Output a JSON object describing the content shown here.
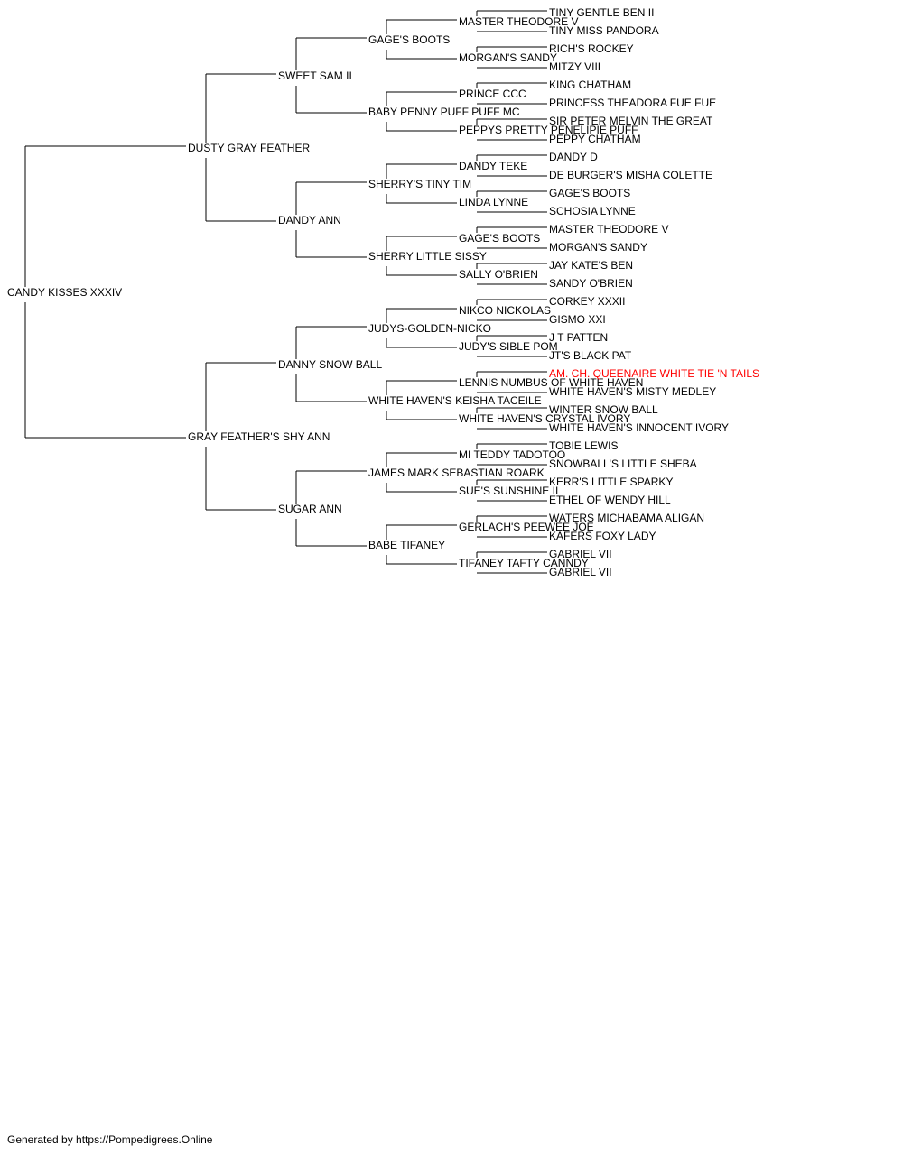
{
  "pedigree": {
    "name": "CANDY KISSES XXXIV",
    "sire": {
      "name": "DUSTY GRAY FEATHER",
      "sire": {
        "name": "SWEET SAM II",
        "sire": {
          "name": "GAGE'S BOOTS",
          "sire": {
            "name": "MASTER THEODORE V",
            "sire": {
              "name": "TINY GENTLE BEN II"
            },
            "dam": {
              "name": "TINY MISS PANDORA"
            }
          },
          "dam": {
            "name": "MORGAN'S SANDY",
            "sire": {
              "name": "RICH'S ROCKEY"
            },
            "dam": {
              "name": "MITZY VIII"
            }
          }
        },
        "dam": {
          "name": "BABY PENNY PUFF PUFF MC",
          "sire": {
            "name": "PRINCE CCC",
            "sire": {
              "name": "KING CHATHAM"
            },
            "dam": {
              "name": "PRINCESS THEADORA FUE FUE"
            }
          },
          "dam": {
            "name": "PEPPYS PRETTY PENELIPIE PUFF",
            "sire": {
              "name": "SIR PETER MELVIN THE GREAT"
            },
            "dam": {
              "name": "PEPPY CHATHAM"
            }
          }
        }
      },
      "dam": {
        "name": "DANDY ANN",
        "sire": {
          "name": "SHERRY'S TINY TIM",
          "sire": {
            "name": "DANDY TEKE",
            "sire": {
              "name": "DANDY D"
            },
            "dam": {
              "name": "DE BURGER'S MISHA COLETTE"
            }
          },
          "dam": {
            "name": "LINDA LYNNE",
            "sire": {
              "name": "GAGE'S BOOTS"
            },
            "dam": {
              "name": "SCHOSIA LYNNE"
            }
          }
        },
        "dam": {
          "name": "SHERRY LITTLE SISSY",
          "sire": {
            "name": "GAGE'S BOOTS",
            "sire": {
              "name": "MASTER THEODORE V"
            },
            "dam": {
              "name": "MORGAN'S SANDY"
            }
          },
          "dam": {
            "name": "SALLY O'BRIEN",
            "sire": {
              "name": "JAY KATE'S BEN"
            },
            "dam": {
              "name": "SANDY O'BRIEN"
            }
          }
        }
      }
    },
    "dam": {
      "name": "GRAY FEATHER'S SHY ANN",
      "sire": {
        "name": "DANNY SNOW BALL",
        "sire": {
          "name": "JUDYS-GOLDEN-NICKO",
          "sire": {
            "name": "NIKCO NICKOLAS",
            "sire": {
              "name": "CORKEY XXXII"
            },
            "dam": {
              "name": "GISMO XXI"
            }
          },
          "dam": {
            "name": "JUDY'S SIBLE POM",
            "sire": {
              "name": "J T PATTEN"
            },
            "dam": {
              "name": "JT'S BLACK PAT"
            }
          }
        },
        "dam": {
          "name": "WHITE HAVEN'S KEISHA TACEILE",
          "sire": {
            "name": "LENNIS NUMBUS OF WHITE HAVEN",
            "sire": {
              "name": "AM. CH. QUEENAIRE WHITE TIE 'N TAILS",
              "highlight": true
            },
            "dam": {
              "name": "WHITE HAVEN'S MISTY MEDLEY"
            }
          },
          "dam": {
            "name": "WHITE HAVEN'S CRYSTAL IVORY",
            "sire": {
              "name": "WINTER SNOW BALL"
            },
            "dam": {
              "name": "WHITE HAVEN'S INNOCENT IVORY"
            }
          }
        }
      },
      "dam": {
        "name": "SUGAR ANN",
        "sire": {
          "name": "JAMES MARK SEBASTIAN ROARK",
          "sire": {
            "name": "MI TEDDY TADOTOO",
            "sire": {
              "name": "TOBIE LEWIS"
            },
            "dam": {
              "name": "SNOWBALL'S LITTLE SHEBA"
            }
          },
          "dam": {
            "name": "SUE'S SUNSHINE II",
            "sire": {
              "name": "KERR'S LITTLE SPARKY"
            },
            "dam": {
              "name": "ETHEL OF WENDY HILL"
            }
          }
        },
        "dam": {
          "name": "BABE TIFANEY",
          "sire": {
            "name": "GERLACH'S PEEWEE JOE",
            "sire": {
              "name": "WATERS MICHABAMA ALIGAN"
            },
            "dam": {
              "name": "KAFERS FOXY LADY"
            }
          },
          "dam": {
            "name": "TIFANEY TAFTY CANNDY",
            "sire": {
              "name": "GABRIEL VII"
            },
            "dam": {
              "name": "GABRIEL VII"
            }
          }
        }
      }
    }
  },
  "colors": {
    "line": "#000000",
    "text": "#000000",
    "highlight": "#ff0000"
  },
  "footer": {
    "text": "Generated by https://Pompedigrees.Online"
  }
}
